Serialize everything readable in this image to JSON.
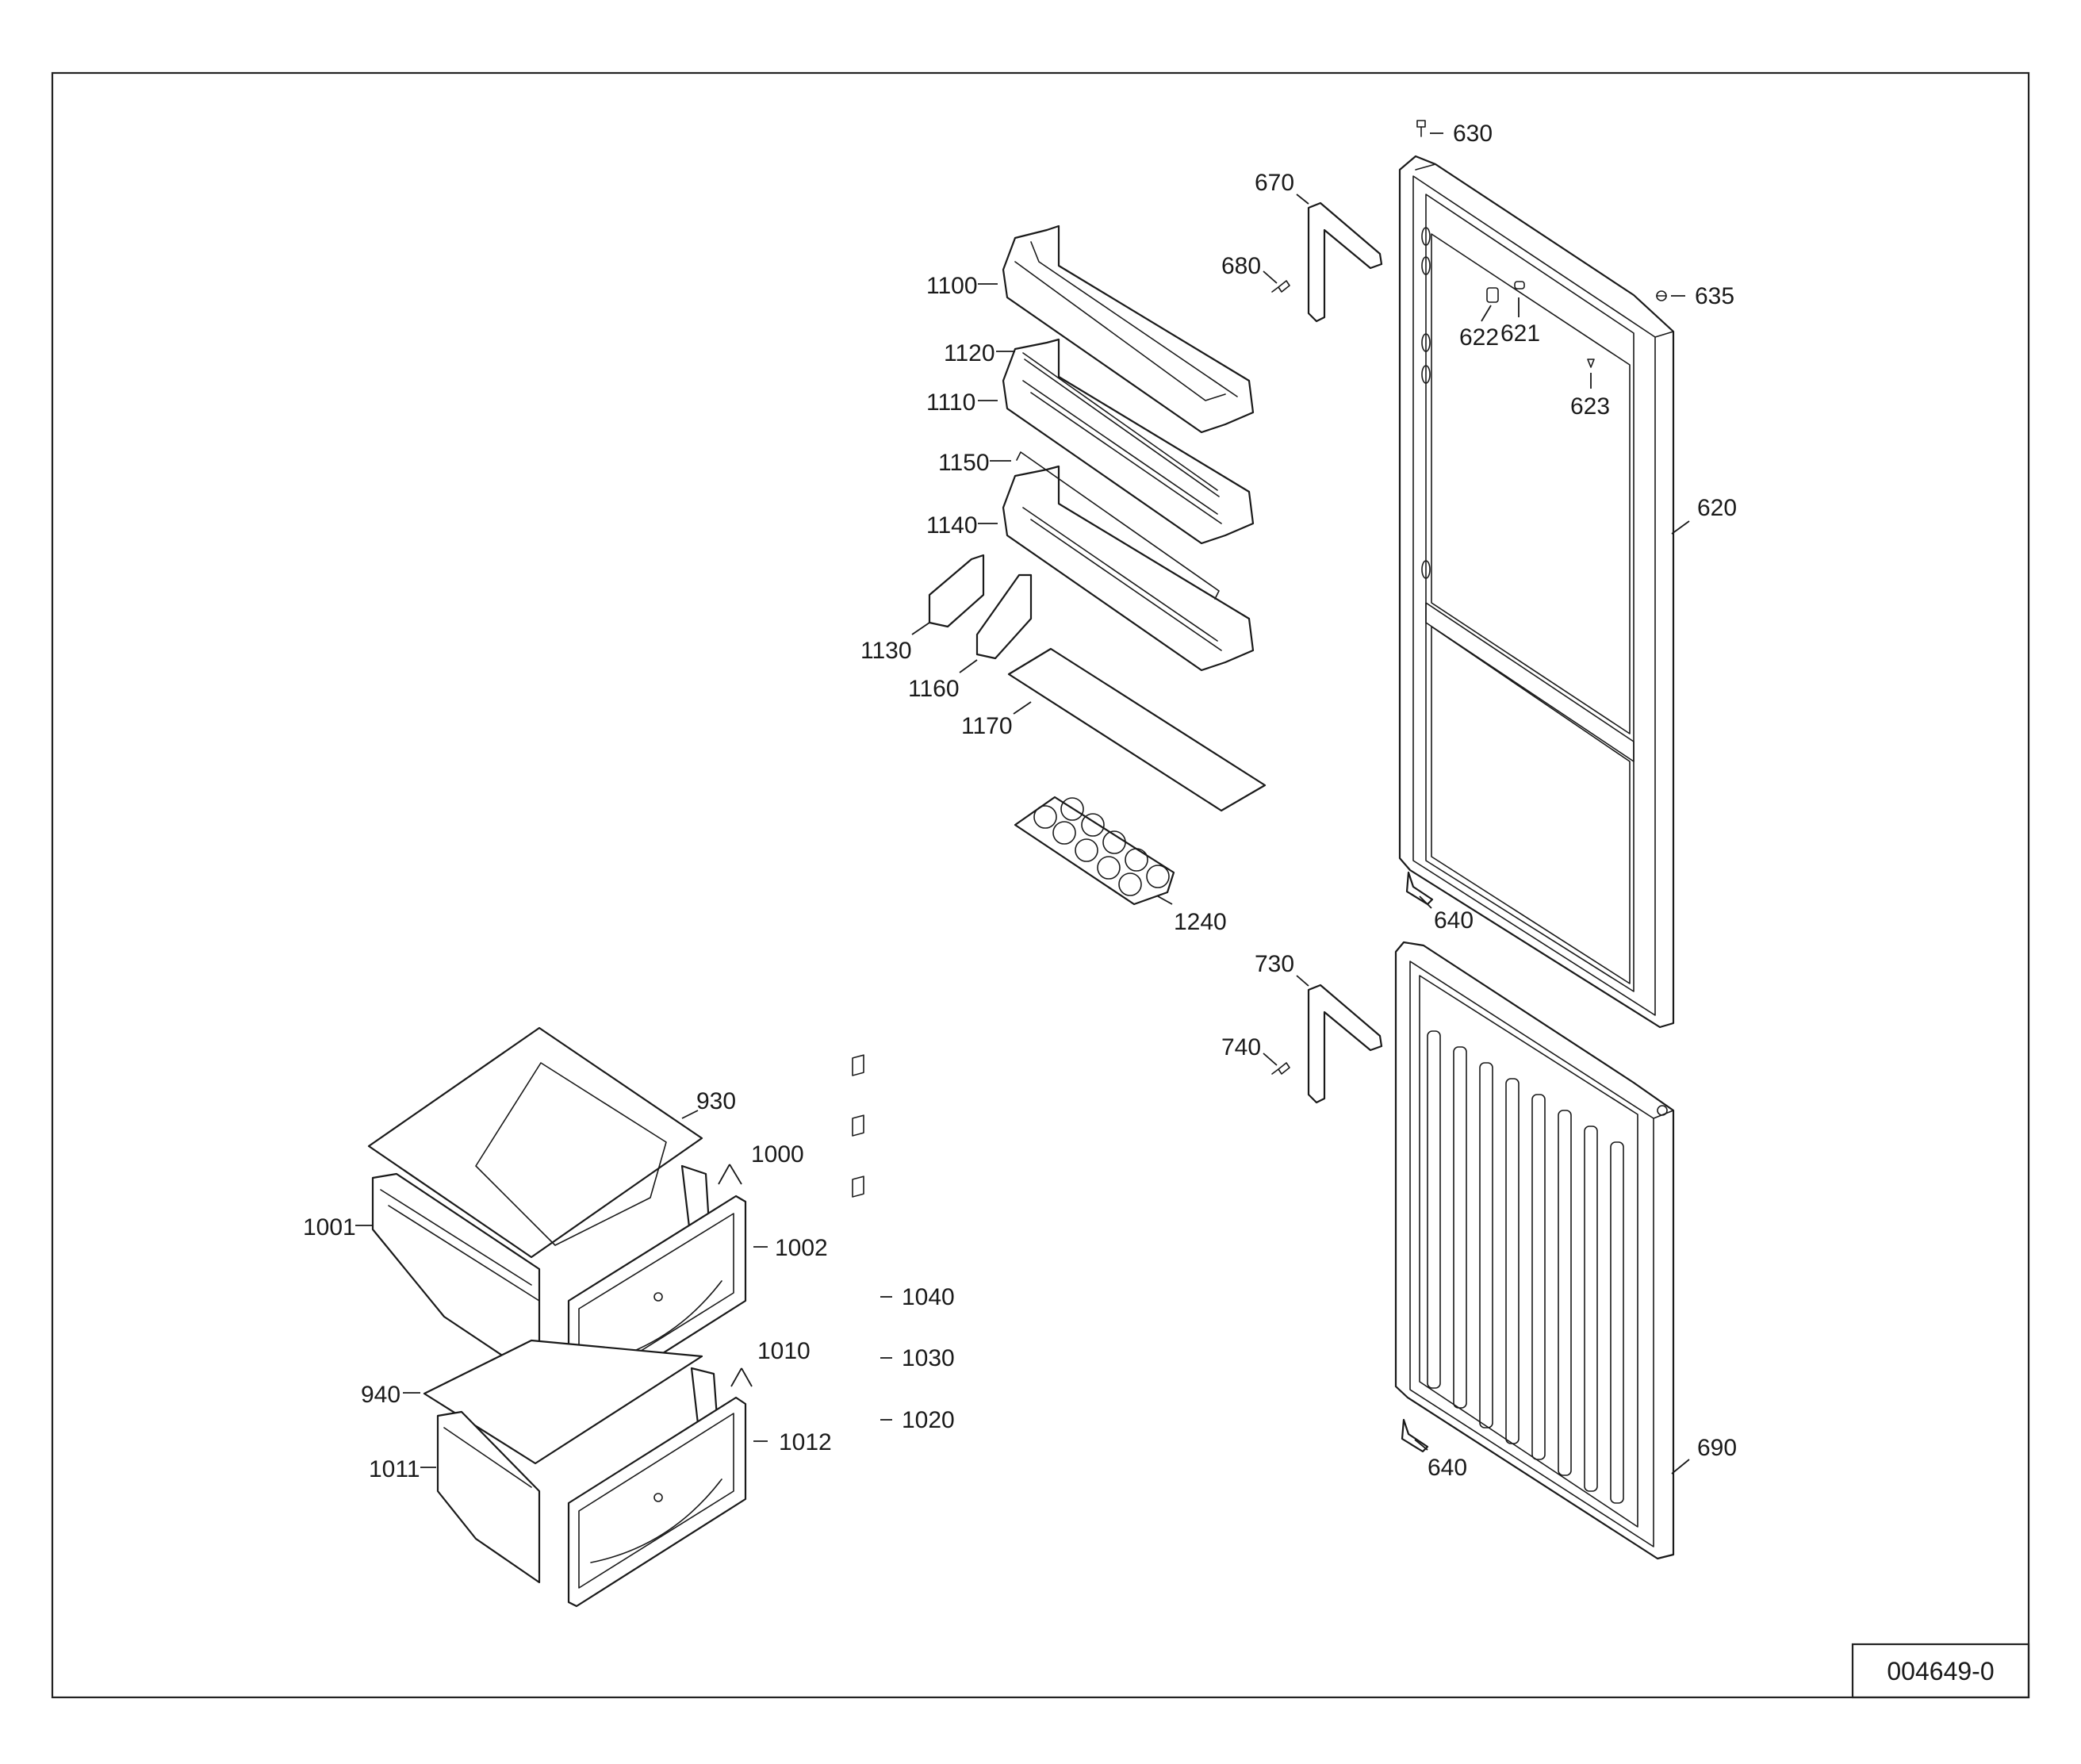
{
  "diagram": {
    "document_id": "004649-0",
    "callouts": [
      "630",
      "670",
      "680",
      "635",
      "620",
      "621",
      "622",
      "623",
      "640",
      "730",
      "740",
      "690",
      "640",
      "1100",
      "1120",
      "1110",
      "1150",
      "1140",
      "1130",
      "1160",
      "1170",
      "1240",
      "930",
      "1000",
      "1001",
      "1002",
      "940",
      "1010",
      "1011",
      "1012",
      "1040",
      "1030",
      "1020"
    ]
  }
}
